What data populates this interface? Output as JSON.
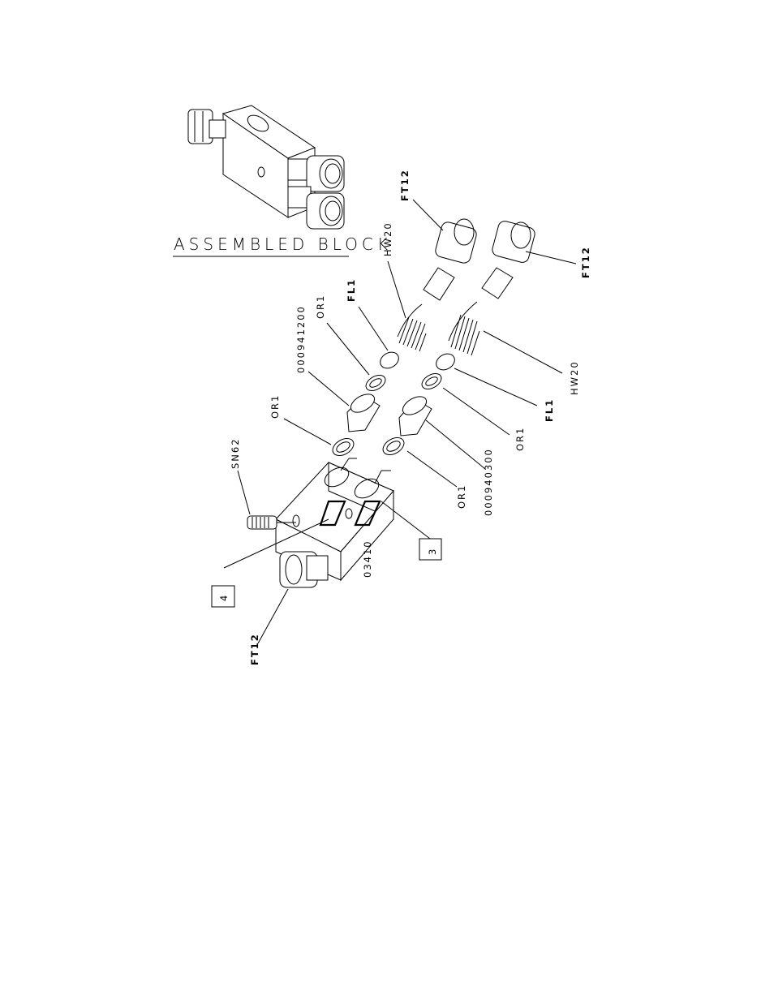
{
  "title": "ASSEMBLED BLOCK",
  "labels": {
    "ft12_top": "FT12",
    "ft12_right": "FT12",
    "ft12_bottom": "FT12",
    "hw20_upper": "HW20",
    "hw20_lower": "HW20",
    "fl1_upper": "FL1",
    "fl1_lower": "FL1",
    "or1_upper_a": "OR1",
    "or1_upper_b": "OR1",
    "or1_lower_a": "OR1",
    "or1_lower_b": "OR1",
    "part_000941200": "000941200",
    "part_000940300": "000940300",
    "sn62": "SN62",
    "block_03410": "03410",
    "callout_3": "3",
    "callout_4": "4"
  }
}
